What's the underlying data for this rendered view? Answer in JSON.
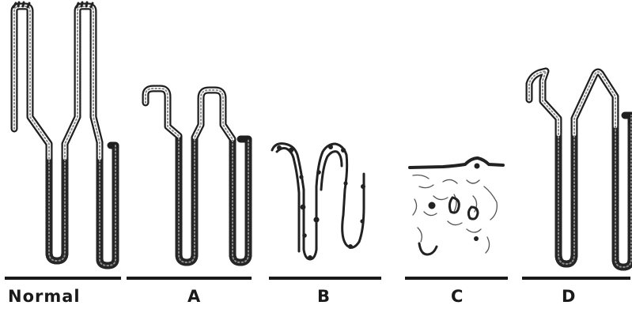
{
  "figure": {
    "panels": [
      {
        "id": "normal",
        "label": "Normal"
      },
      {
        "id": "a",
        "label": "A"
      },
      {
        "id": "b",
        "label": "B"
      },
      {
        "id": "c",
        "label": "C"
      },
      {
        "id": "d",
        "label": "D"
      }
    ]
  }
}
